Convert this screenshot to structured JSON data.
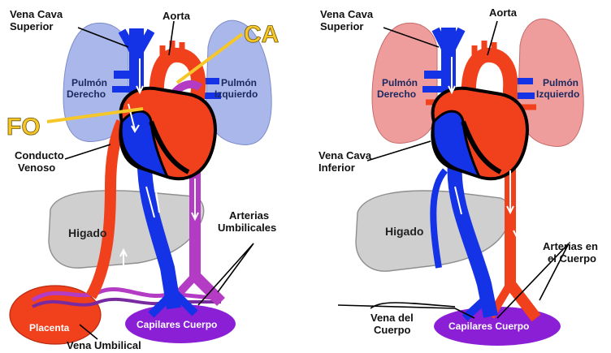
{
  "left_panel": {
    "labels": {
      "svc": [
        "Vena Cava",
        "Superior"
      ],
      "aorta": "Aorta",
      "ca": "CA",
      "fo": "FO",
      "right_lung": [
        "Pulmón",
        "Derecho"
      ],
      "left_lung": [
        "Pulmón",
        "Izquierdo"
      ],
      "ductus_venosus": [
        "Conducto",
        "Venoso"
      ],
      "liver": "Higado",
      "umbilical_arteries": [
        "Arterias",
        "Umbilicales"
      ],
      "placenta": "Placenta",
      "umbilical_vein": "Vena Umbilical",
      "capillaries": "Capilares Cuerpo"
    }
  },
  "right_panel": {
    "labels": {
      "svc": [
        "Vena Cava",
        "Superior"
      ],
      "aorta": "Aorta",
      "right_lung": [
        "Pulmón",
        "Derecho"
      ],
      "left_lung": [
        "Pulmón",
        "Izquierdo"
      ],
      "ivc": [
        "Vena Cava",
        "Inferior"
      ],
      "liver": "Higado",
      "body_arteries": [
        "Arterias en",
        "el Cuerpo"
      ],
      "body_vein": [
        "Vena del",
        "Cuerpo"
      ],
      "capillaries": "Capilares Cuerpo"
    }
  },
  "colors": {
    "oxygenated": "#f0401c",
    "deoxygenated": "#1433e6",
    "mixed": "#b43cc4",
    "lung_fetal": "#a9b7ea",
    "lung_adult": "#ef9c9c",
    "liver": "#cfcfcf",
    "capillaries": "#8a1fd6",
    "callout_yellow": "#f6c72a"
  }
}
